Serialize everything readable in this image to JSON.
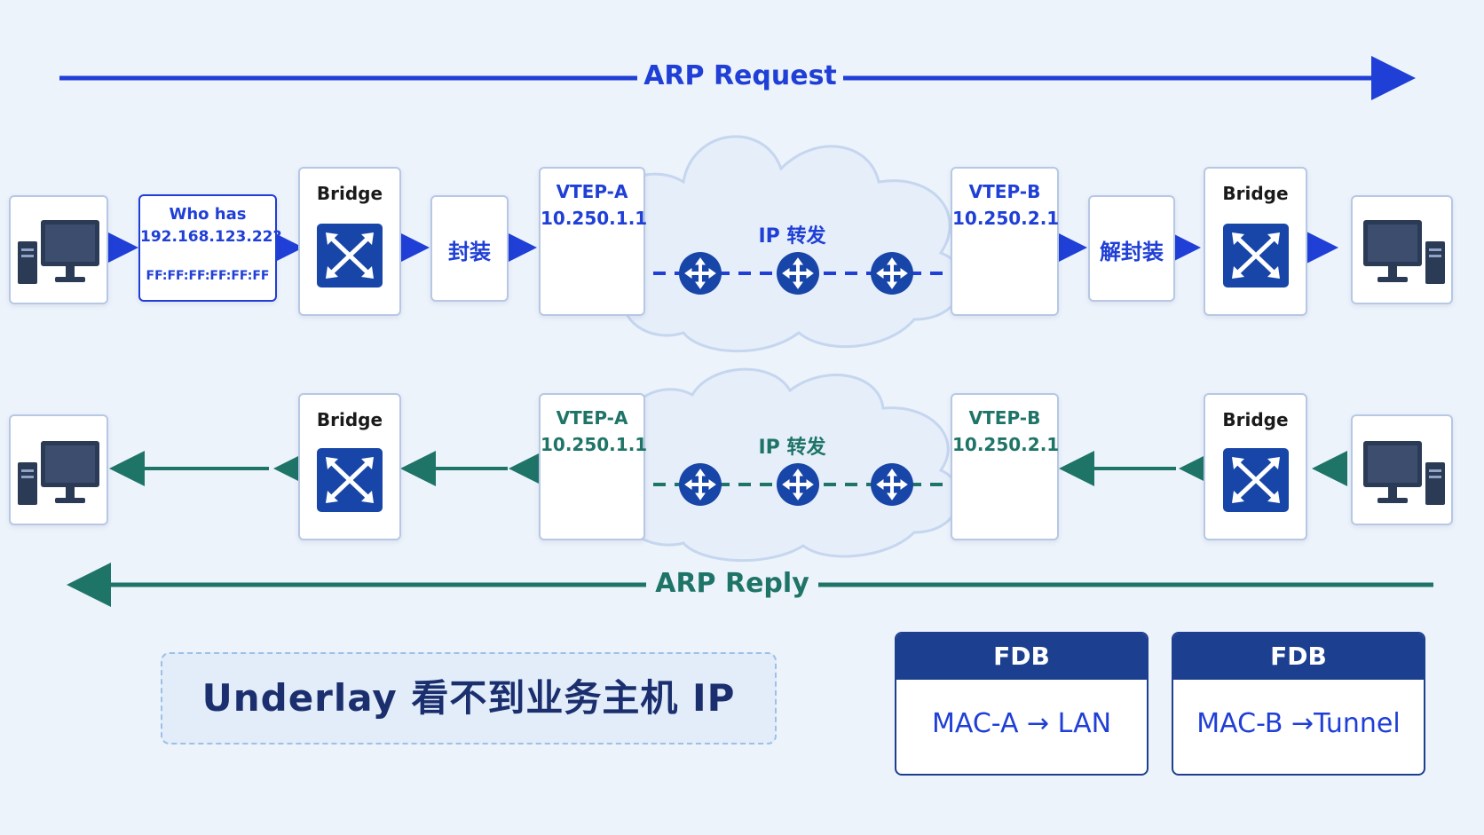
{
  "request": {
    "title": "ARP Request",
    "query_line1": "Who has",
    "query_line2": "192.168.123.22?",
    "query_mac": "FF:FF:FF:FF:FF:FF",
    "bridge_left": "Bridge",
    "encap": "封装",
    "vtep_a_name": "VTEP-A",
    "vtep_a_ip": "10.250.1.1",
    "forward": "IP 转发",
    "vtep_b_name": "VTEP-B",
    "vtep_b_ip": "10.250.2.1",
    "decap": "解封装",
    "bridge_right": "Bridge"
  },
  "reply": {
    "title": "ARP Reply",
    "bridge_left": "Bridge",
    "vtep_a_name": "VTEP-A",
    "vtep_a_ip": "10.250.1.1",
    "forward": "IP 转发",
    "vtep_b_name": "VTEP-B",
    "vtep_b_ip": "10.250.2.1",
    "bridge_right": "Bridge"
  },
  "underlay_note": "Underlay 看不到业务主机 IP",
  "fdb_tables": [
    {
      "header": "FDB",
      "entry": "MAC-A → LAN"
    },
    {
      "header": "FDB",
      "entry": "MAC-B →Tunnel"
    }
  ],
  "colors": {
    "request": "#1f3fd6",
    "reply": "#1f7468",
    "device": "#1846a8"
  },
  "icons": [
    "computer-icon",
    "switch-icon",
    "router-icon",
    "cloud-icon"
  ]
}
